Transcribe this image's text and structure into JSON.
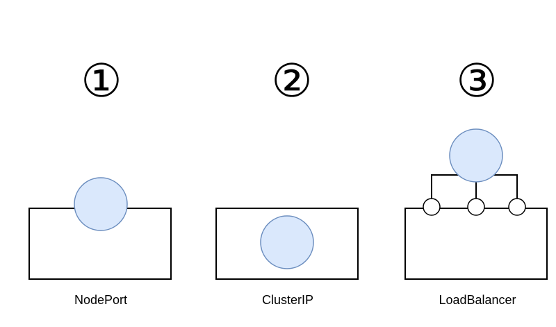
{
  "colors": {
    "endpoint_fill": "#dae8fc",
    "endpoint_stroke": "#6c8ebf",
    "line": "#000000"
  },
  "panels": [
    {
      "number": "①",
      "label": "NodePort"
    },
    {
      "number": "②",
      "label": "ClusterIP"
    },
    {
      "number": "③",
      "label": "LoadBalancer"
    }
  ]
}
